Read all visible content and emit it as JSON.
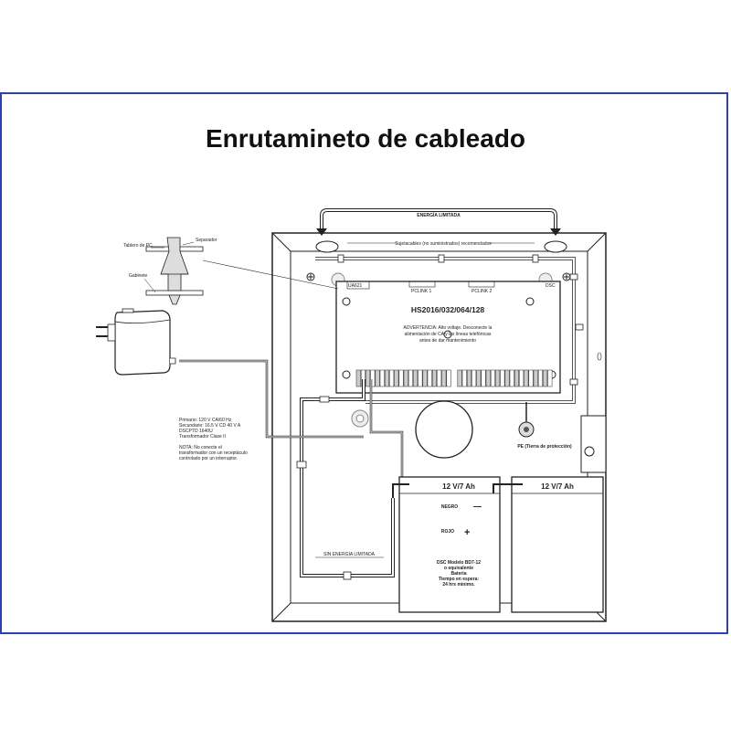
{
  "title": "Enrutamineto de cableado",
  "labels": {
    "energia_limitada": "ENERGÍA LIMITADA",
    "sujetacables": "Sujetacables (no suministrados) recomendados",
    "tablero_pc": "Tablero de PC",
    "separador": "Separador",
    "gabinete": "Gabinete",
    "ua621": "UA621",
    "pclink1": "PCLINK 1",
    "pclink2": "PCLINK 2",
    "dsc": "DSC",
    "model": "HS2016/032/064/128",
    "advertencia_1": "ADVERTENCIA: Alto voltaje. Desconecte la",
    "advertencia_2": "alimentación de CA y las líneas telefónicas",
    "advertencia_3": "antes de dar mantenimiento",
    "pe": "PE (Tierra de protección)",
    "trans_1": "Primario: 120 V CA/60 Hz",
    "trans_2": "Secundario: 16.5 V CD 40 V A",
    "trans_3": "DSCPTD 1640U",
    "trans_4": "Transformador Clase II",
    "nota_1": "NOTA: No conecte el",
    "nota_2": "transformador con un receptáculo",
    "nota_3": "controlado por un interruptor.",
    "sin_energia": "SIN ENERGÍA LIMITADA",
    "battery_1": "12 V/7 Ah",
    "battery_2": "12 V/7 Ah",
    "negro": "NEGRO",
    "rojo": "ROJO",
    "minus": "—",
    "plus": "+",
    "bat_1": "DSC Modelo BD7-12",
    "bat_2": "o equivalente",
    "bat_3": "Batería",
    "bat_4": "Tiempo en espera:",
    "bat_5": "24 hrs mínimo."
  },
  "colors": {
    "frame": "#2a3fb8",
    "line": "#222222"
  }
}
